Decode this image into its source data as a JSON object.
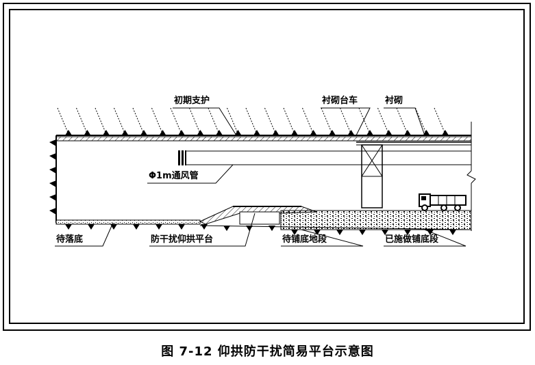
{
  "labels": {
    "initial_support": "初期支护",
    "lining_trolley": "衬砌台车",
    "lining": "衬砌",
    "ventilation_duct": "Φ1m通风管",
    "pending_invert": "待落底",
    "anti_interference_platform": "防干扰仰拱平台",
    "pending_paving_section": "待铺底地段",
    "completed_paving_section": "已施做铺底段"
  },
  "caption": "图 7-12   仰拱防干扰简易平台示意图"
}
